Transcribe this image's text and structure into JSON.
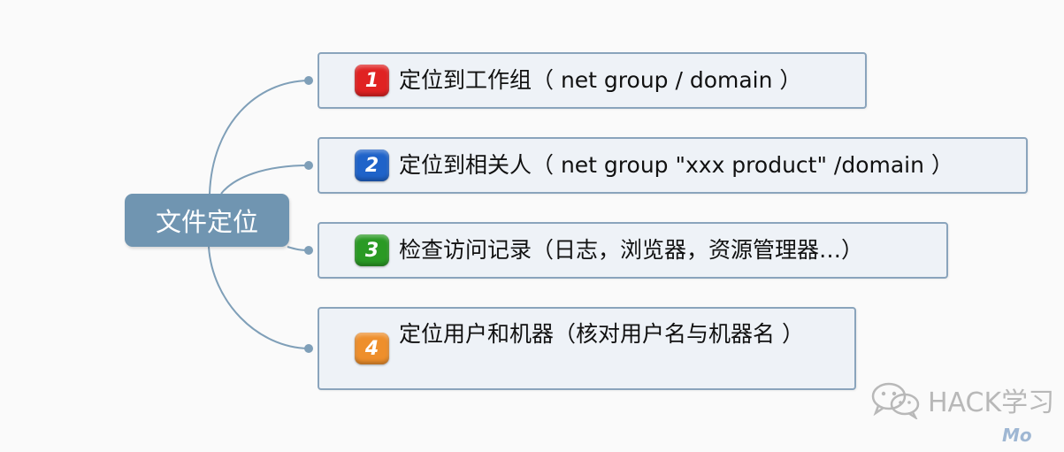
{
  "root": {
    "label": "文件定位"
  },
  "branches": [
    {
      "number": "1",
      "badge_color": "#e02222",
      "text": "定位到工作组（ net group / domain ）"
    },
    {
      "number": "2",
      "badge_color": "#1f63c9",
      "text": "定位到相关人（ net group \"xxx product\" /domain ）"
    },
    {
      "number": "3",
      "badge_color": "#2a9a24",
      "text": "检查访问记录（日志，浏览器，资源管理器…）"
    },
    {
      "number": "4",
      "badge_color": "#ee8f2c",
      "text": "定位用户和机器（核对用户名与机器名 ）"
    }
  ],
  "colors": {
    "connector": "#7f9fb8",
    "root_fill": "#7095b1",
    "node_fill": "#eef2f7",
    "node_border": "#8aa4bc"
  },
  "watermark": {
    "icon": "wechat-icon",
    "text": "HACK学习"
  },
  "brand_mark": {
    "text": "Mo"
  }
}
